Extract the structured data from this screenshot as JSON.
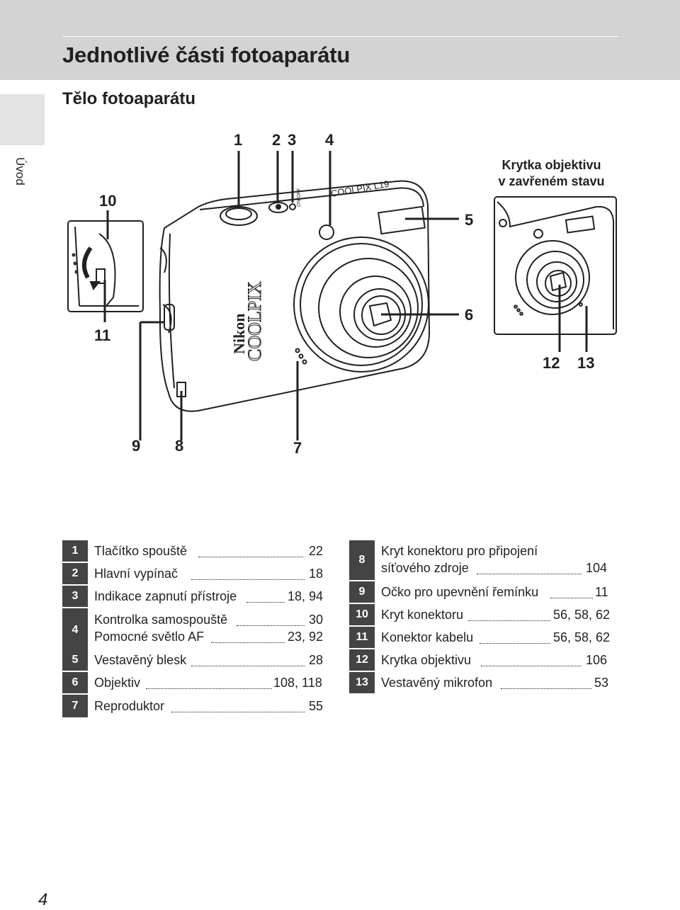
{
  "header": {
    "title": "Jednotlivé části fotoaparátu"
  },
  "section": {
    "title": "Tělo fotoaparátu"
  },
  "side_tab": {
    "label": "Úvod"
  },
  "diagram": {
    "callouts": [
      "1",
      "2",
      "3",
      "4",
      "5",
      "6",
      "7",
      "8",
      "9",
      "10",
      "11",
      "12",
      "13"
    ],
    "lens_cap_caption": [
      "Krytka objektivu",
      "v zavřeném stavu"
    ],
    "brand_text": [
      "Nikon",
      "COOLPIX",
      "COOLPIX L19",
      "ON/OFF"
    ]
  },
  "legend_left": [
    {
      "num": "1",
      "lines": [
        "Tlačítko spouště"
      ],
      "pages": [
        "22"
      ]
    },
    {
      "num": "2",
      "lines": [
        "Hlavní vypínač"
      ],
      "pages": [
        "18"
      ]
    },
    {
      "num": "3",
      "lines": [
        "Indikace zapnutí přístroje"
      ],
      "pages": [
        "18, 94"
      ]
    },
    {
      "num": "4",
      "lines": [
        "Kontrolka samospouště",
        "Pomocné světlo AF"
      ],
      "pages": [
        "30",
        "23, 92"
      ]
    },
    {
      "num": "5",
      "lines": [
        "Vestavěný blesk"
      ],
      "pages": [
        "28"
      ]
    },
    {
      "num": "6",
      "lines": [
        "Objektiv"
      ],
      "pages": [
        "108, 118"
      ]
    },
    {
      "num": "7",
      "lines": [
        "Reproduktor"
      ],
      "pages": [
        "55"
      ]
    }
  ],
  "legend_right": [
    {
      "num": "8",
      "lines": [
        "Kryt konektoru pro připojení",
        "síťového zdroje"
      ],
      "pages": [
        "104"
      ]
    },
    {
      "num": "9",
      "lines": [
        "Očko pro upevnění řemínku"
      ],
      "pages": [
        "11"
      ]
    },
    {
      "num": "10",
      "lines": [
        "Kryt konektoru"
      ],
      "pages": [
        "56, 58, 62"
      ]
    },
    {
      "num": "11",
      "lines": [
        "Konektor kabelu"
      ],
      "pages": [
        "56, 58, 62"
      ]
    },
    {
      "num": "12",
      "lines": [
        "Krytka objektivu"
      ],
      "pages": [
        "106"
      ]
    },
    {
      "num": "13",
      "lines": [
        "Vestavěný mikrofon"
      ],
      "pages": [
        "53"
      ]
    }
  ],
  "footer": {
    "page_number": "4"
  }
}
